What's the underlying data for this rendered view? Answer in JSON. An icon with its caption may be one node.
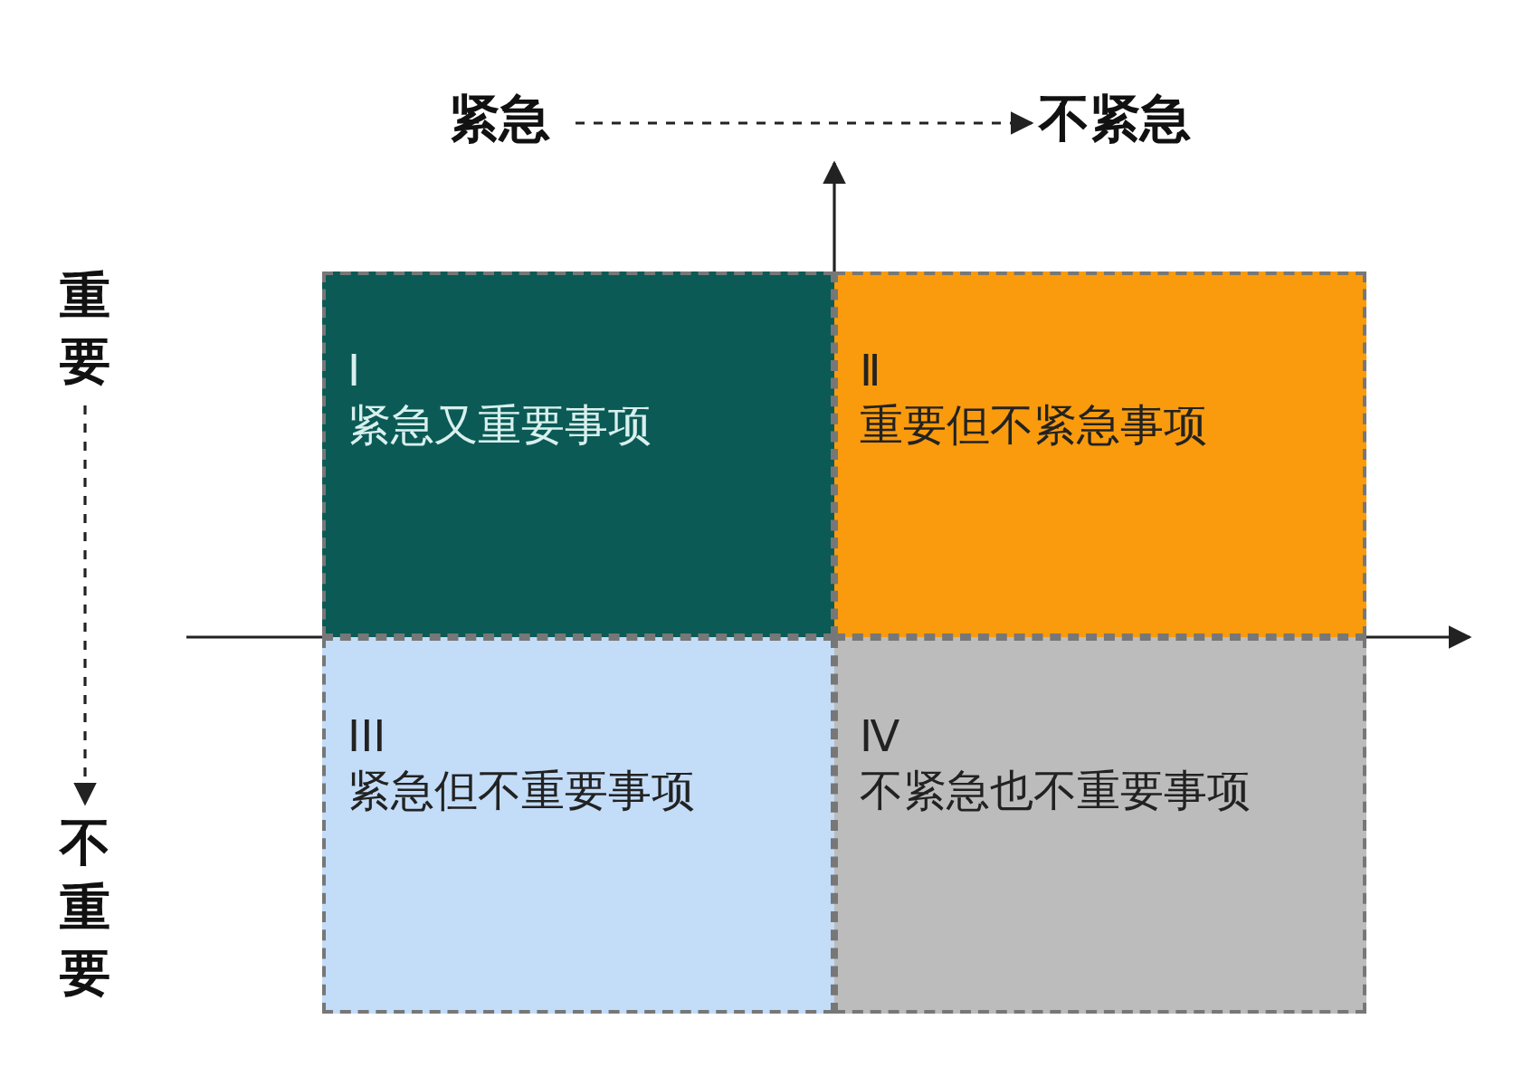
{
  "diagram": {
    "nodes": [
      {
        "text": [
          "紧急"
        ]
      },
      {
        "text": [
          "不紧急"
        ]
      },
      {
        "text": [
          "重要"
        ]
      },
      {
        "text": [
          "不重要"
        ]
      },
      {
        "text": [
          "I",
          "紧急又重要事项"
        ]
      },
      {
        "text": [
          "Ⅱ",
          "重要但不紧急事项"
        ]
      },
      {
        "text": [
          "III",
          "紧急但不重要事项"
        ]
      },
      {
        "text": [
          "Ⅳ",
          "不紧急也不重要事项"
        ]
      }
    ],
    "edges": [
      {
        "from": 0,
        "to": 1,
        "arrow": "to",
        "style": "dashed"
      },
      {
        "from": 2,
        "to": 3,
        "arrow": "to",
        "style": "dashed"
      }
    ]
  }
}
